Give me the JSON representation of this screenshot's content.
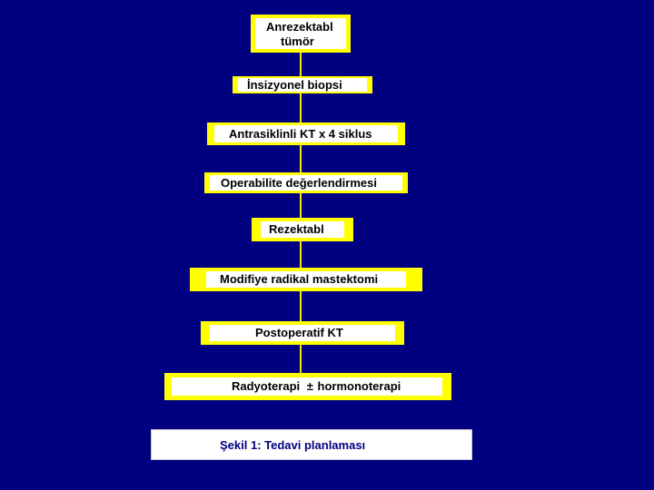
{
  "flowchart": {
    "steps": [
      {
        "line1": "Anrezektabl",
        "line2": "tümör"
      },
      {
        "label": "İnsizyonel biopsi"
      },
      {
        "label": "Antrasiklinli KT x 4 siklus"
      },
      {
        "label": "Operabilite değerlendirmesi"
      },
      {
        "label": "Rezektabl"
      },
      {
        "label": "Modifiye radikal mastektomi"
      },
      {
        "label": "Postoperatif KT"
      },
      {
        "part1": "Radyoterapi",
        "plusminus": "±",
        "part2": "hormonoterapi"
      }
    ]
  },
  "caption": "Şekil 1: Tedavi planlaması",
  "colors": {
    "background": "#000080",
    "box_border": "#ffff00",
    "box_fill": "#ffffff",
    "connector": "#f5e600",
    "caption_text": "#000080"
  }
}
